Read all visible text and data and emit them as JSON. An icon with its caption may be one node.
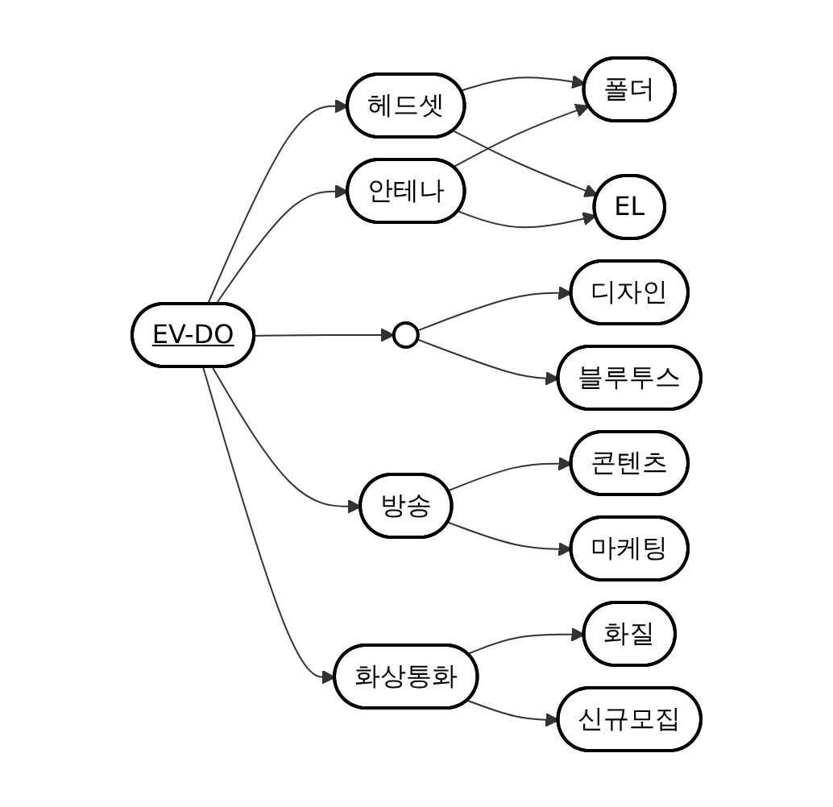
{
  "diagram": {
    "nodes": [
      {
        "text": [
          "폴더"
        ]
      },
      {
        "text": [
          "안테나"
        ]
      },
      {
        "text": [
          "디자인"
        ]
      },
      {
        "text": [
          "EL"
        ]
      },
      {
        "text": [
          "헤드셋"
        ]
      },
      {
        "text": [
          "블루투스"
        ]
      },
      {
        "text": [],
        "shape": "circle"
      },
      {
        "text": [
          "EV-DO"
        ]
      },
      {
        "text": [
          "콘텐츠"
        ]
      },
      {
        "text": [
          "방송"
        ]
      },
      {
        "text": [
          "화상통화"
        ]
      },
      {
        "text": [
          "화질"
        ]
      },
      {
        "text": [
          "마케팅"
        ]
      },
      {
        "text": [
          "신규모집"
        ]
      }
    ],
    "edges": [
      {
        "from": 7,
        "to": 4,
        "arrow": "to"
      },
      {
        "from": 7,
        "to": 1,
        "arrow": "to"
      },
      {
        "from": 7,
        "to": 6,
        "arrow": "to"
      },
      {
        "from": 7,
        "to": 9,
        "arrow": "to"
      },
      {
        "from": 7,
        "to": 10,
        "arrow": "to"
      },
      {
        "from": 4,
        "to": 0,
        "arrow": "to"
      },
      {
        "from": 4,
        "to": 3,
        "arrow": "to"
      },
      {
        "from": 1,
        "to": 0,
        "arrow": "to"
      },
      {
        "from": 1,
        "to": 3,
        "arrow": "to"
      },
      {
        "from": 6,
        "to": 2,
        "arrow": "to"
      },
      {
        "from": 6,
        "to": 5,
        "arrow": "to"
      },
      {
        "from": 9,
        "to": 8,
        "arrow": "to"
      },
      {
        "from": 9,
        "to": 12,
        "arrow": "to"
      },
      {
        "from": 10,
        "to": 11,
        "arrow": "to"
      },
      {
        "from": 10,
        "to": 13,
        "arrow": "to"
      }
    ]
  }
}
